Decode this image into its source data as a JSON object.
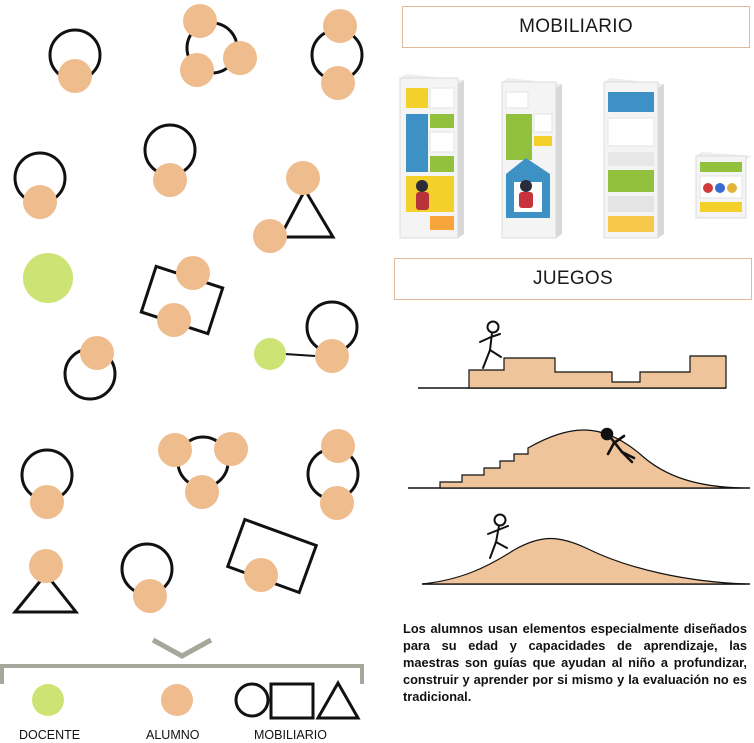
{
  "sections": {
    "furniture_title": "MOBILIARIO",
    "games_title": "JUEGOS"
  },
  "legend": {
    "teacher": "DOCENTE",
    "student": "ALUMNO",
    "furniture": "MOBILIARIO"
  },
  "description": "Los alumnos usan elementos especialmente diseñados para su edad y capacidades de aprendizaje, las maestras son guías que ayudan al niño a profundizar, construir y aprender por si mismo y la evaluación no es tradicional.",
  "colors": {
    "student": "#efbc8e",
    "teacher": "#cde374",
    "ground": "#f0c49a",
    "box_border": "#e3b99c",
    "legend_bar": "#a6a79a",
    "outline": "#111111"
  },
  "icons": [
    "circle-furniture-icon",
    "square-furniture-icon",
    "triangle-furniture-icon",
    "climbing-child-icon",
    "tumbling-child-icon"
  ]
}
